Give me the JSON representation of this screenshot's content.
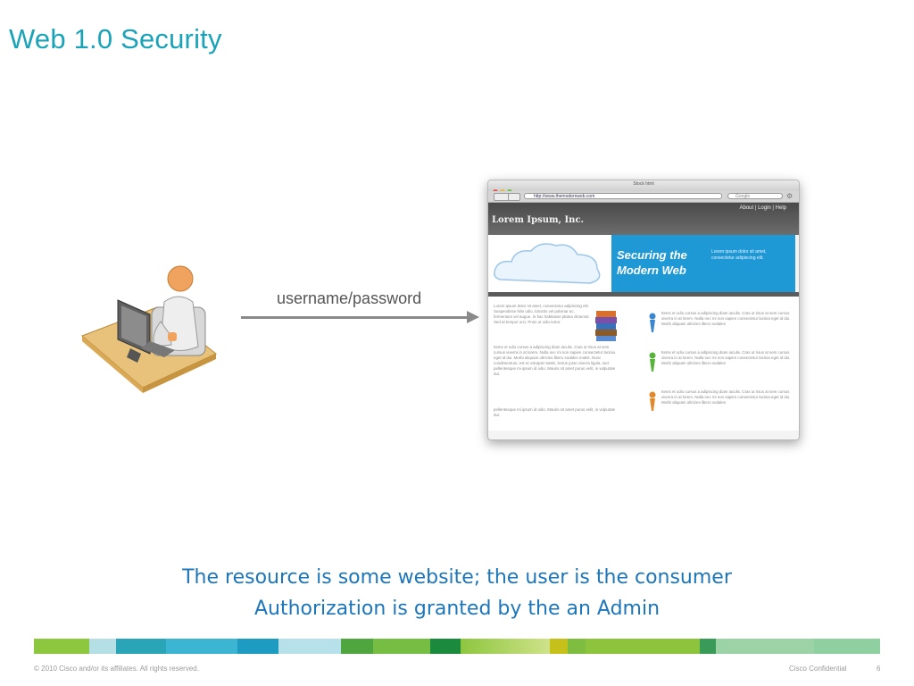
{
  "slide": {
    "title": "Web 1.0 Security",
    "arrow_label": "username/password",
    "caption_line1": "The resource is some website; the user is the consumer",
    "caption_line2": "Authorization is granted by the an Admin"
  },
  "browser": {
    "window_title": "Stock html",
    "url": "http://www.themodernweb.com",
    "search_placeholder": "Google",
    "top_links": "About | Login | Help",
    "company": "Lorem Ipsum, Inc.",
    "hero_title": "Securing the Modern Web",
    "hero_text": "Lorem ipsum dolor sit amet, consectetur adipiscing elit.",
    "left_para1": "Lorem ipsum dolor sit amet, consectetur adipiscing elit. Suspendisse felis odio, lobortis vel pulvinar ac, fermentum vel augue. In hac habitasse platea dictumst. Sed at tempor orci. Proin ut odio tortor.",
    "left_para2": "Items et odio cursus a adipiscing diam iaculis. Cras ut risus at sem cursus viverra in at lorem. Nulla nec mi non sapien consectetur lacinia eget id dui. Morbi aliquam ultricies libero sodales mattis. Nunc condimentum, est et volutpat mattis, lectus justo viverra ligula, sed pellentesque mi ipsum id odio. Mauris sit amet purus velit, in vulputate dui.",
    "left_para3": "pellentesque mi ipsum id odio. Mauris sit amet purus velit, in vulputate dui.",
    "right_para1": "Items et odio cursus a adipiscing diam iaculis. Cras ut risus at sem cursus viverra in at lorem. Nulla nec mi non sapien consectetur lacinia eget id dui. Morbi aliquam ultricies libero sodales",
    "right_para2": "Items et odio cursus a adipiscing diam iaculis. Cras ut risus at sem cursus viverra in at lorem. Nulla nec mi non sapien consectetur lacinia eget id dui. Morbi aliquam ultricies libero sodales",
    "right_para3": "Items et odio cursus a adipiscing diam iaculis. Cras ut risus at sem cursus viverra in at lorem. Nulla nec mi non sapien consectetur lacinia eget id dui. Morbi aliquam ultricies libero sodales"
  },
  "footer": {
    "copyright": "© 2010 Cisco and/or its affiliates. All rights reserved.",
    "confidential": "Cisco Confidential",
    "page": "6"
  },
  "colors": {
    "title": "#1aa3b8",
    "caption": "#1d76b9",
    "hero_blue": "#1f98d6",
    "arrow": "#8a8a8a"
  },
  "icons": [
    "user-at-computer-icon",
    "cloud-icon",
    "books-stack-icon",
    "blue-pin-icon",
    "green-pin-icon",
    "orange-pin-icon"
  ]
}
